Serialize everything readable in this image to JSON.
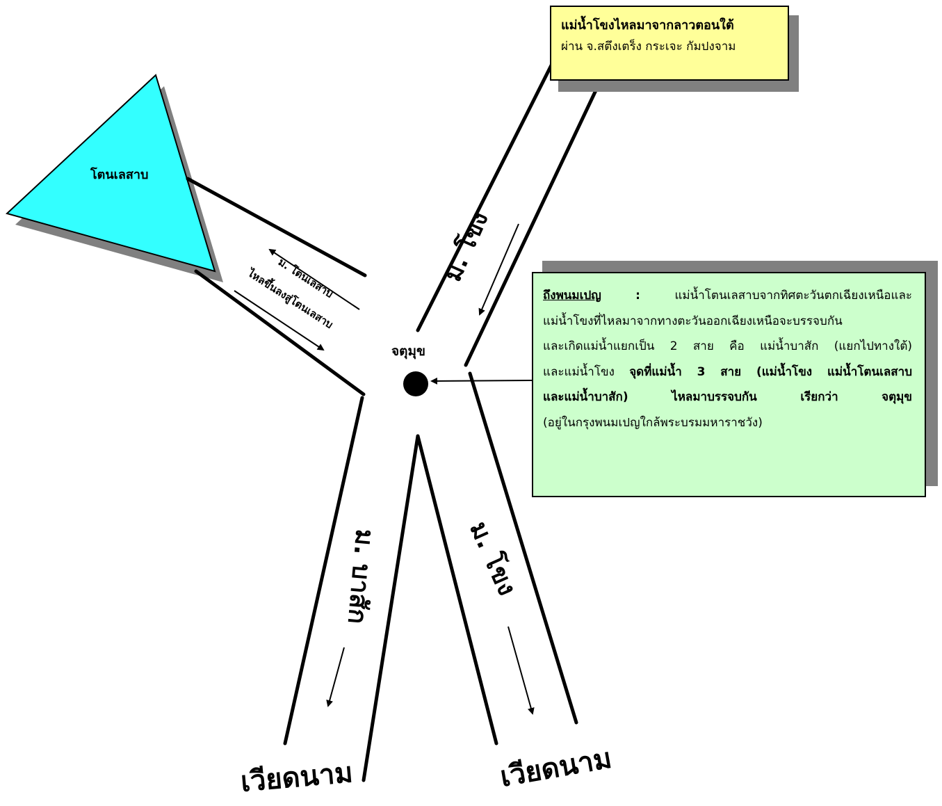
{
  "labels": {
    "tonle_sap_lake": "โตนเลสาบ",
    "junction": "จตุมุข",
    "mekong_upper": "ม. โขง",
    "tonle_sap_river_name": "ม. โตนเลสาบ",
    "tonle_sap_river_flow": "ไหลขึ้นลงสู่โตนเลสาบ",
    "bassac": "ม. บาสัก",
    "mekong_lower": "ม. โขง",
    "vietnam_left": "เวียดนาม",
    "vietnam_right": "เวียดนาม"
  },
  "yellow_box": {
    "title": "แม่น้ำโขงไหลมาจากลาวตอนใต้",
    "subtitle": "ผ่าน จ.สตึงเตร็ง กระเจะ กัมปงจาม"
  },
  "green_box": {
    "label": "ถึงพนมเปญ",
    "colon": " : ",
    "text1": "แม่น้ำโตนเลสาบจากทิศตะวันตกเฉียงเหนือและ",
    "line2": "แม่น้ำโขงที่ไหลมาจากทางตะวันออกเฉียงเหนือจะบรรจบกัน",
    "line3": "และเกิดแม่น้ำแยกเป็น 2 สาย คือ แม่น้ำบาสัก (แยกไปทางใต้)",
    "line4_plain": "และแม่น้ำโขง ",
    "line4_bold": "จุดที่แม่น้ำ 3 สาย (แม่น้ำโขง แม่น้ำโตนเลสาบ",
    "line5_bold": "และแม่น้ำบาสัก) ไหลมาบรรจบกัน เรียกว่า จตุมุข",
    "line6": "(อยู่ในกรุงพนมเปญใกล้พระบรมมหาราชวัง)"
  },
  "colors": {
    "lake_fill": "#33ffff",
    "yellow_box_fill": "#ffff99",
    "green_box_fill": "#ccffcc",
    "shadow": "#808080",
    "line": "#000000"
  }
}
